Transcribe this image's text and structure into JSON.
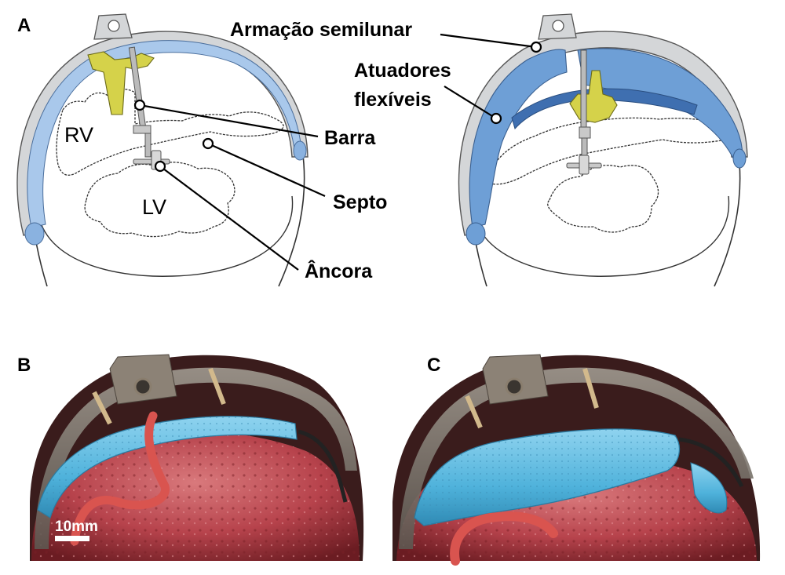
{
  "panels": {
    "a_letter": "A",
    "b_letter": "B",
    "c_letter": "C"
  },
  "chambers": {
    "rv": "RV",
    "lv": "LV"
  },
  "callouts": {
    "frame": "Armação semilunar",
    "actuators_line1": "Atuadores",
    "actuators_line2": "flexíveis",
    "rod": "Barra",
    "septum": "Septo",
    "anchor": "Âncora"
  },
  "scale_bar": {
    "label": "10mm"
  },
  "colors": {
    "frame_gray": "#d4d6d8",
    "actuator_blue": "#a9c8eb",
    "actuator_blue_dark": "#5f90cc",
    "anchor_yellow": "#d5d24a",
    "tissue_red": "#b13a43",
    "actuator_photo_blue": "#5cb7dc"
  }
}
